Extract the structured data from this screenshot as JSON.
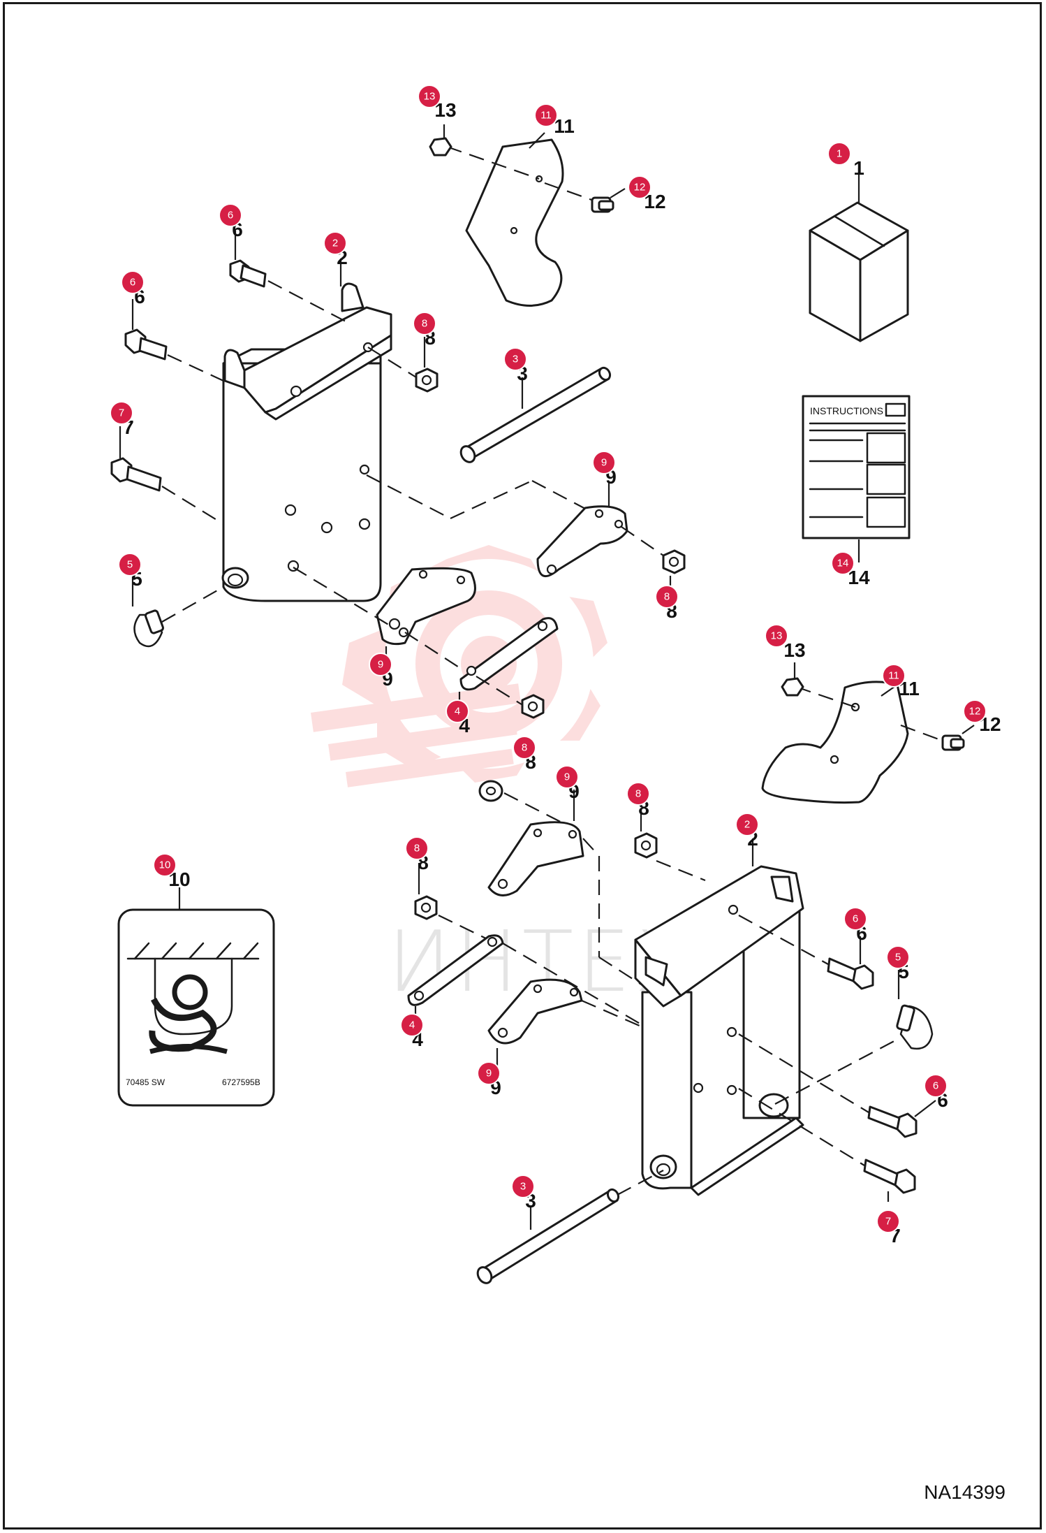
{
  "diagram": {
    "id": "NA14399",
    "watermark": "ИНТЕХ",
    "instructions_title": "INSTRUCTIONS",
    "decal": {
      "left_code": "70485 SW",
      "right_code": "6727595B"
    }
  },
  "callouts": [
    {
      "num": "1",
      "label": "1"
    },
    {
      "num": "2",
      "label": "2"
    },
    {
      "num": "3",
      "label": "3"
    },
    {
      "num": "4",
      "label": "4"
    },
    {
      "num": "5",
      "label": "5"
    },
    {
      "num": "6",
      "label": "6"
    },
    {
      "num": "7",
      "label": "7"
    },
    {
      "num": "8",
      "label": "8"
    },
    {
      "num": "9",
      "label": "9"
    },
    {
      "num": "10",
      "label": "10"
    },
    {
      "num": "11",
      "label": "11"
    },
    {
      "num": "12",
      "label": "12"
    },
    {
      "num": "13",
      "label": "13"
    },
    {
      "num": "14",
      "label": "14"
    }
  ],
  "colors": {
    "callout": "#d61f45",
    "line": "#1a1a1a",
    "watermark": "#f26b6b"
  }
}
